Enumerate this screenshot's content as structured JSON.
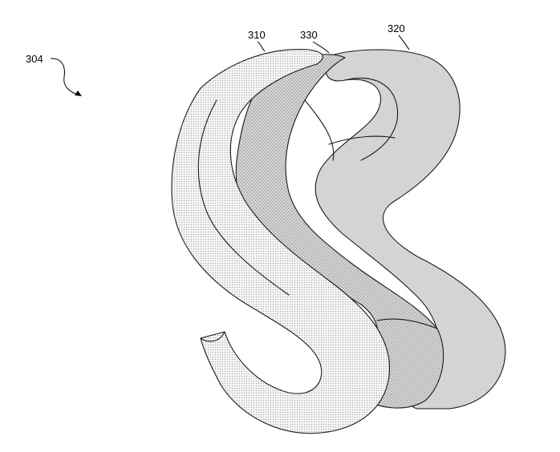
{
  "figure": {
    "assembly_ref": "304",
    "layers": [
      {
        "ref": "310",
        "pattern": "dots"
      },
      {
        "ref": "330",
        "pattern": "crosshatch"
      },
      {
        "ref": "320",
        "pattern": "lines"
      }
    ]
  }
}
